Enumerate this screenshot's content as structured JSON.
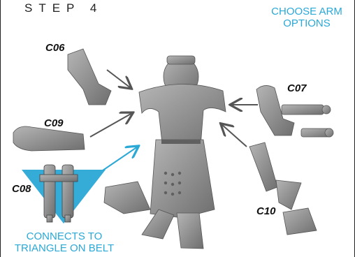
{
  "header": {
    "step": "STEP 4"
  },
  "callout": {
    "line1": "CHOOSE ARM",
    "line2": "OPTIONS"
  },
  "parts": [
    {
      "code": "C06"
    },
    {
      "code": "C09"
    },
    {
      "code": "C08"
    },
    {
      "code": "C07"
    },
    {
      "code": "C10"
    }
  ],
  "note": {
    "line1": "CONNECTS TO",
    "line2": "TRIANGLE ON BELT"
  },
  "colors": {
    "accent": "#2aa8d6",
    "model": "#8a8a8a",
    "arrow": "#555555"
  }
}
